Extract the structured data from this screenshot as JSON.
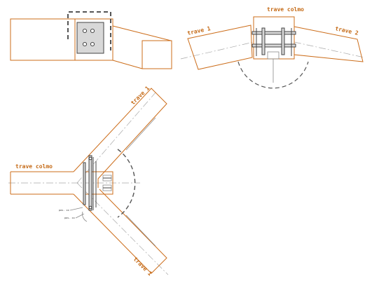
{
  "labels": {
    "top_right": {
      "trave_colmo": "trave colmo",
      "trave_1": "trave 1",
      "trave_2": "trave 2"
    },
    "bottom_left": {
      "trave_colmo": "trave colmo",
      "trave_1_upper": "trave 1",
      "trave_1_lower": "trave 1"
    }
  },
  "callouts": [
    "pos. xx",
    "pos. xx"
  ],
  "colors": {
    "beam_outline": "#c56a16",
    "label_text": "#c56a16",
    "steel": "#444444",
    "axis": "#a9a9a9"
  }
}
